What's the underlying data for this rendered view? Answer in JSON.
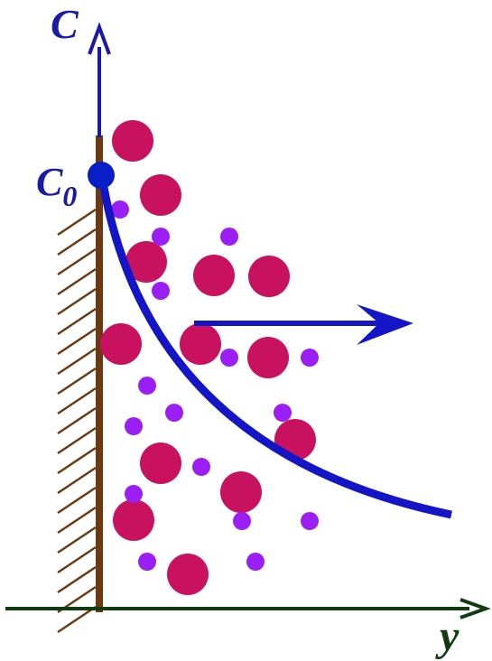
{
  "labels": {
    "concentration_axis": "C",
    "surface_concentration": "C",
    "surface_concentration_subscript": "0",
    "distance_axis": "y"
  },
  "colors": {
    "concentration_axis": "#1a1aa8",
    "profile_curve": "#1515c8",
    "surface_point": "#0a1ec8",
    "wall": "#6b3a12",
    "hatch": "#6b3a12",
    "distance_axis": "#0f3d0f",
    "large_particle": "#c8115f",
    "small_particle": "#9b1ef5"
  },
  "icons": {
    "flow_arrow": "arrow-right-icon",
    "concentration_axis_arrow": "arrow-up-icon",
    "distance_axis_arrow": "arrow-right-icon"
  }
}
